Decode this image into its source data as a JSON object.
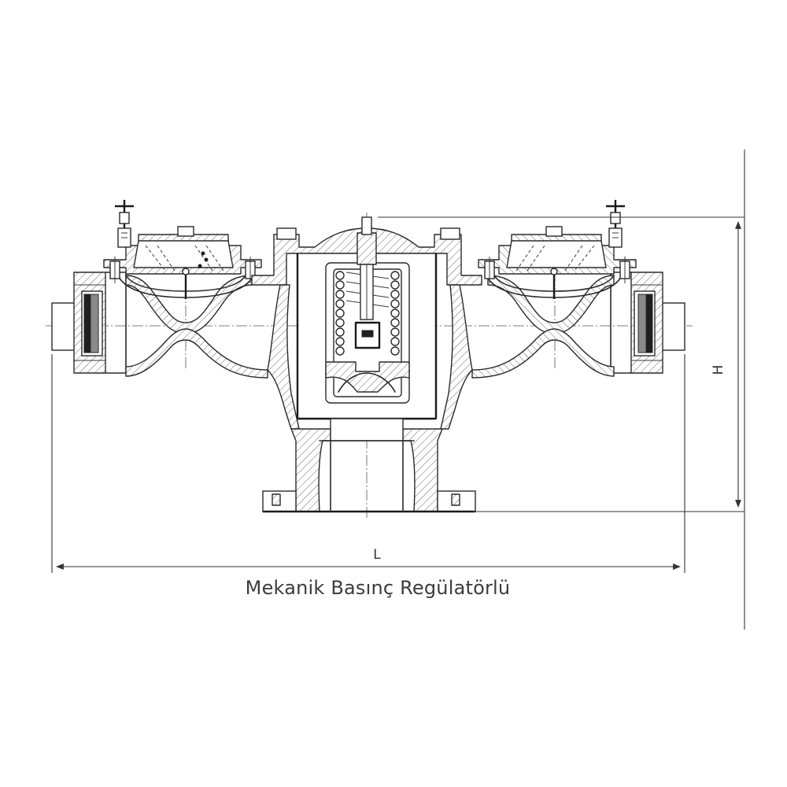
{
  "caption": "Mekanik Basınç Regülatörlü",
  "dimensions": {
    "length_label": "L",
    "height_label": "H"
  },
  "colors": {
    "line": "#2a2a2a",
    "caption": "#3c3c3c",
    "background": "#ffffff"
  }
}
